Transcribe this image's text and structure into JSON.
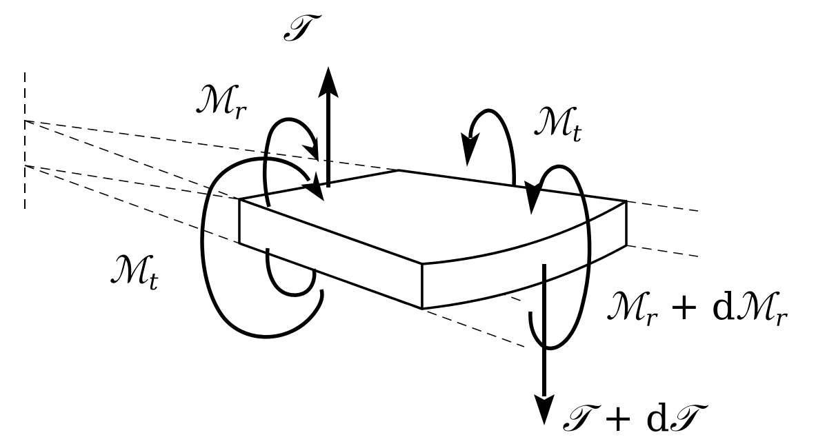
{
  "labels": {
    "shear_top": {
      "symbol": "𝒯"
    },
    "radial_moment": {
      "symbol": "ℳ",
      "sub": "r"
    },
    "tangential_moment_right": {
      "symbol": "ℳ",
      "sub": "t"
    },
    "tangential_moment_left": {
      "symbol": "ℳ",
      "sub": "t"
    },
    "radial_moment_increment": {
      "symbol": "ℳ",
      "sub": "r",
      "plus": "+",
      "d": "d",
      "symbol2": "ℳ",
      "sub2": "r"
    },
    "shear_bottom": {
      "symbol": "𝒯",
      "plus": "+",
      "d": "d",
      "symbol2": "𝒯"
    }
  }
}
